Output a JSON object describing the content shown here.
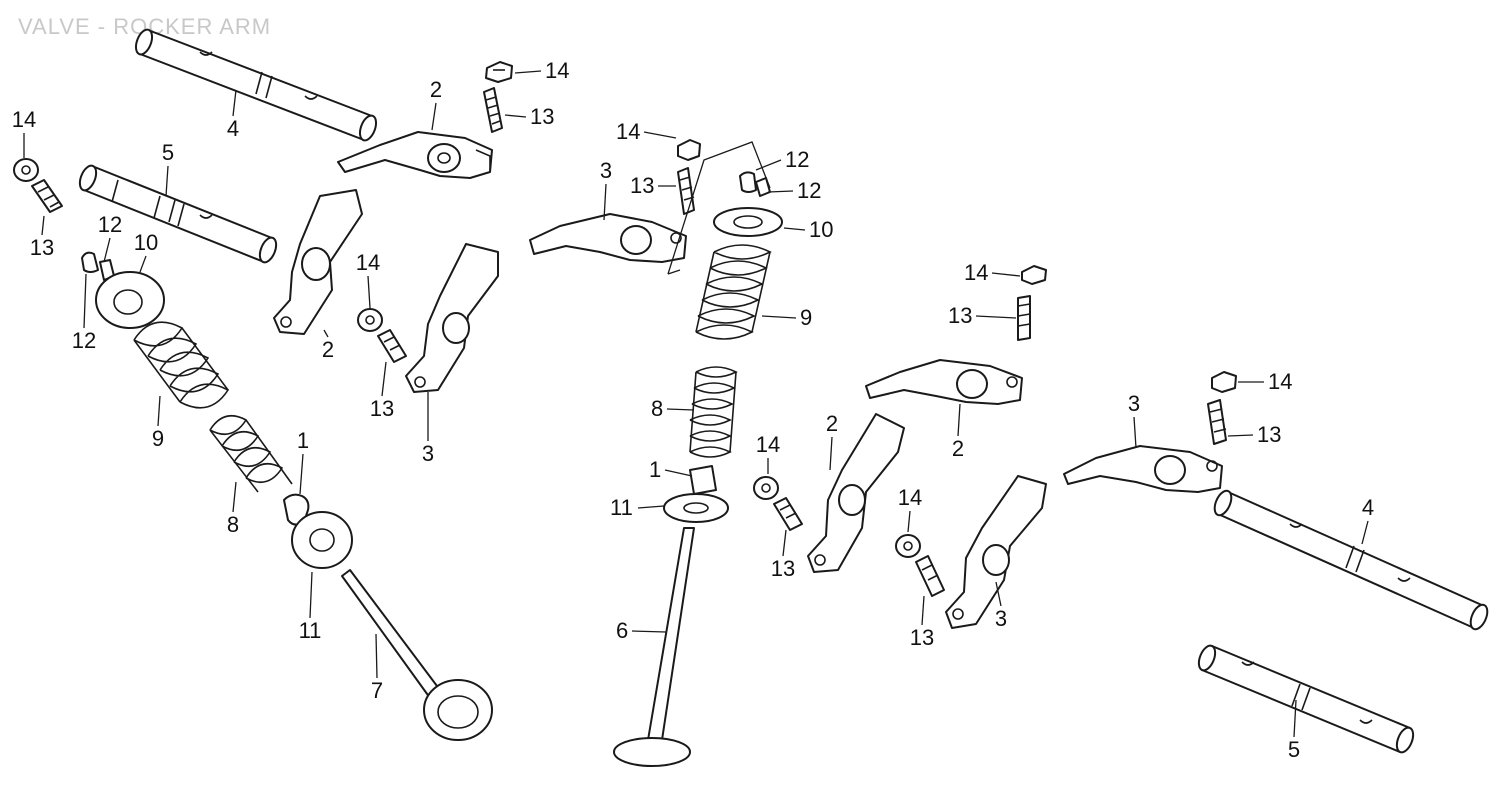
{
  "title": "VALVE - ROCKER ARM",
  "parts": [
    {
      "key": "valve-spring-retainer-cotter",
      "ref": "1"
    },
    {
      "key": "rocker-arm-a",
      "ref": "2"
    },
    {
      "key": "rocker-arm-b",
      "ref": "3"
    },
    {
      "key": "rocker-arm-shaft-long",
      "ref": "4"
    },
    {
      "key": "rocker-arm-shaft-short",
      "ref": "5"
    },
    {
      "key": "exhaust-valve",
      "ref": "6"
    },
    {
      "key": "intake-valve",
      "ref": "7"
    },
    {
      "key": "inner-valve-spring",
      "ref": "8"
    },
    {
      "key": "outer-valve-spring",
      "ref": "9"
    },
    {
      "key": "valve-spring-retainer",
      "ref": "10"
    },
    {
      "key": "valve-spring-seat",
      "ref": "11"
    },
    {
      "key": "valve-cotter",
      "ref": "12"
    },
    {
      "key": "tappet-adjusting-screw",
      "ref": "13"
    },
    {
      "key": "lock-nut",
      "ref": "14"
    }
  ],
  "callouts": [
    {
      "ref": "4",
      "part": "rocker-arm-shaft-long"
    },
    {
      "ref": "2",
      "part": "rocker-arm-a"
    },
    {
      "ref": "14",
      "part": "lock-nut"
    },
    {
      "ref": "13",
      "part": "tappet-adjusting-screw"
    },
    {
      "ref": "14",
      "part": "lock-nut"
    },
    {
      "ref": "13",
      "part": "tappet-adjusting-screw"
    },
    {
      "ref": "5",
      "part": "rocker-arm-shaft-short"
    },
    {
      "ref": "12",
      "part": "valve-cotter"
    },
    {
      "ref": "10",
      "part": "valve-spring-retainer"
    },
    {
      "ref": "12",
      "part": "valve-cotter"
    },
    {
      "ref": "2",
      "part": "rocker-arm-a"
    },
    {
      "ref": "14",
      "part": "lock-nut"
    },
    {
      "ref": "13",
      "part": "tappet-adjusting-screw"
    },
    {
      "ref": "3",
      "part": "rocker-arm-b"
    },
    {
      "ref": "9",
      "part": "outer-valve-spring"
    },
    {
      "ref": "8",
      "part": "inner-valve-spring"
    },
    {
      "ref": "1",
      "part": "valve-spring-retainer-cotter"
    },
    {
      "ref": "11",
      "part": "valve-spring-seat"
    },
    {
      "ref": "7",
      "part": "intake-valve"
    },
    {
      "ref": "14",
      "part": "lock-nut"
    },
    {
      "ref": "13",
      "part": "tappet-adjusting-screw"
    },
    {
      "ref": "3",
      "part": "rocker-arm-b"
    },
    {
      "ref": "12",
      "part": "valve-cotter"
    },
    {
      "ref": "12",
      "part": "valve-cotter"
    },
    {
      "ref": "10",
      "part": "valve-spring-retainer"
    },
    {
      "ref": "9",
      "part": "outer-valve-spring"
    },
    {
      "ref": "8",
      "part": "inner-valve-spring"
    },
    {
      "ref": "1",
      "part": "valve-spring-retainer-cotter"
    },
    {
      "ref": "11",
      "part": "valve-spring-seat"
    },
    {
      "ref": "6",
      "part": "exhaust-valve"
    },
    {
      "ref": "14",
      "part": "lock-nut"
    },
    {
      "ref": "13",
      "part": "tappet-adjusting-screw"
    },
    {
      "ref": "14",
      "part": "lock-nut"
    },
    {
      "ref": "13",
      "part": "tappet-adjusting-screw"
    },
    {
      "ref": "2",
      "part": "rocker-arm-a"
    },
    {
      "ref": "2",
      "part": "rocker-arm-a"
    },
    {
      "ref": "14",
      "part": "lock-nut"
    },
    {
      "ref": "13",
      "part": "tappet-adjusting-screw"
    },
    {
      "ref": "3",
      "part": "rocker-arm-b"
    },
    {
      "ref": "14",
      "part": "lock-nut"
    },
    {
      "ref": "13",
      "part": "tappet-adjusting-screw"
    },
    {
      "ref": "3",
      "part": "rocker-arm-b"
    },
    {
      "ref": "4",
      "part": "rocker-arm-shaft-long"
    },
    {
      "ref": "5",
      "part": "rocker-arm-shaft-short"
    }
  ]
}
